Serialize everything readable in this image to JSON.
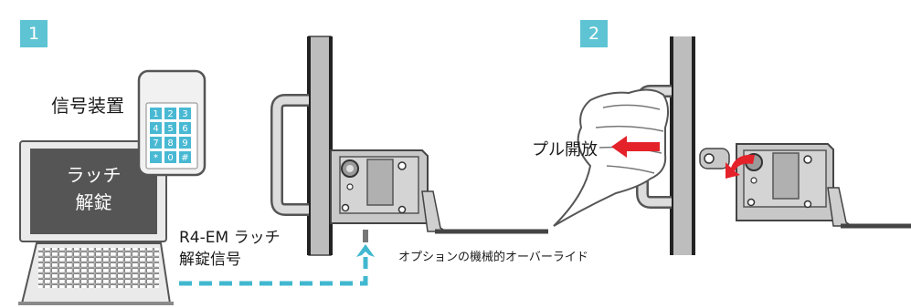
{
  "steps": [
    "1",
    "2"
  ],
  "labels": {
    "signal_device": "信号装置",
    "laptop_screen": [
      "ラッチ",
      "解錠"
    ],
    "signal_text": [
      "R4-EM ラッチ",
      "解錠信号"
    ],
    "override": "オプションの機械的オーバーライド",
    "pull_open": "プル開放"
  },
  "keypad": [
    "1",
    "2",
    "3",
    "4",
    "5",
    "6",
    "7",
    "8",
    "9",
    "*",
    "0",
    "#"
  ],
  "colors": {
    "accent": "#5ec4d4",
    "signal_line": "#41b8cf",
    "arrow": "#e4222a",
    "laptop_screen": "#555555",
    "key": "#49b9d3"
  }
}
